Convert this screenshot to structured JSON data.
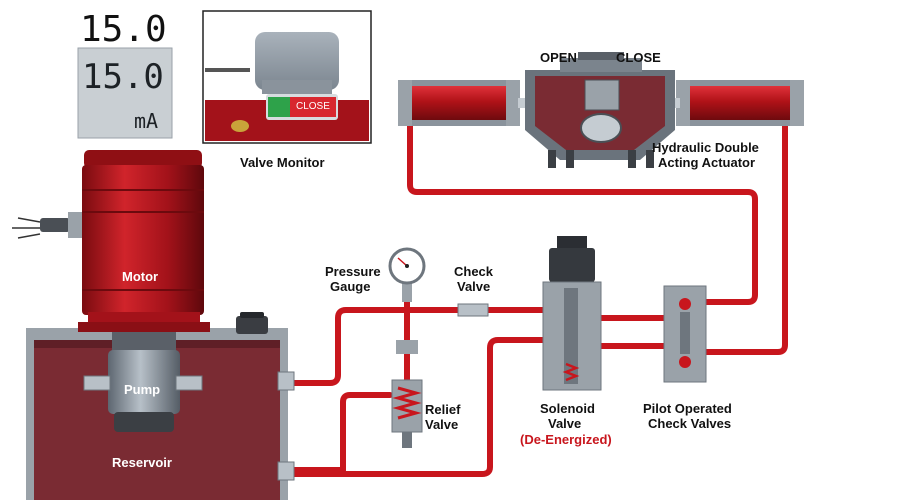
{
  "display": {
    "top_value": "15.0",
    "lcd_value": "15.0",
    "lcd_unit": "mA"
  },
  "labels": {
    "valve_monitor": "Valve Monitor",
    "valve_monitor_dial": "CLOSE",
    "actuator_open": "OPEN",
    "actuator_close": "CLOSE",
    "actuator_line1": "Hydraulic Double",
    "actuator_line2": "Acting Actuator",
    "motor": "Motor",
    "pump": "Pump",
    "reservoir": "Reservoir",
    "pressure_gauge_line1": "Pressure",
    "pressure_gauge_line2": "Gauge",
    "check_valve_line1": "Check",
    "check_valve_line2": "Valve",
    "relief_valve_line1": "Relief",
    "relief_valve_line2": "Valve",
    "solenoid_line1": "Solenoid",
    "solenoid_line2": "Valve",
    "solenoid_state": "(De-Energized)",
    "pilot_line1": "Pilot Operated",
    "pilot_line2": "Check Valves"
  },
  "colors": {
    "hydraulic_line": "#c8161d",
    "motor_red": "#b01218",
    "reservoir": "#7a2b33",
    "component_gray": "#8e98a3",
    "lcd_background": "#c9cfd3",
    "label_red": "#c8161d"
  }
}
